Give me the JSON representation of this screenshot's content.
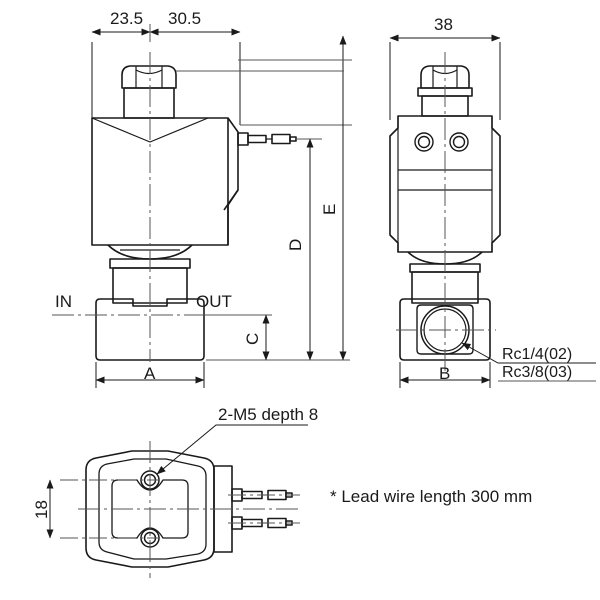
{
  "drawing": {
    "type": "engineering-dimension-drawing",
    "subject": "solenoid valve",
    "units": "mm"
  },
  "front_view": {
    "name": "front-elevation",
    "dimensions": {
      "width_left": "23.5",
      "width_right": "30.5",
      "overall_width_label": "A",
      "port_height_label": "C",
      "body_height_label": "D",
      "overall_height_label": "E"
    },
    "port_labels": {
      "inlet": "IN",
      "outlet": "OUT"
    }
  },
  "side_view": {
    "name": "side-elevation",
    "dimensions": {
      "overall_width": "38",
      "base_width_label": "B"
    },
    "port_thread_notes": [
      "Rc1/4(02)",
      "Rc3/8(03)"
    ]
  },
  "bottom_view": {
    "name": "bottom-plan",
    "dimensions": {
      "hole_spacing": "18"
    },
    "callout": "2-M5 depth 8"
  },
  "notes": {
    "lead_wire": "* Lead wire length 300 mm"
  },
  "colors": {
    "line": "#1a1a1a",
    "thin_line": "#555555",
    "background": "#ffffff"
  }
}
